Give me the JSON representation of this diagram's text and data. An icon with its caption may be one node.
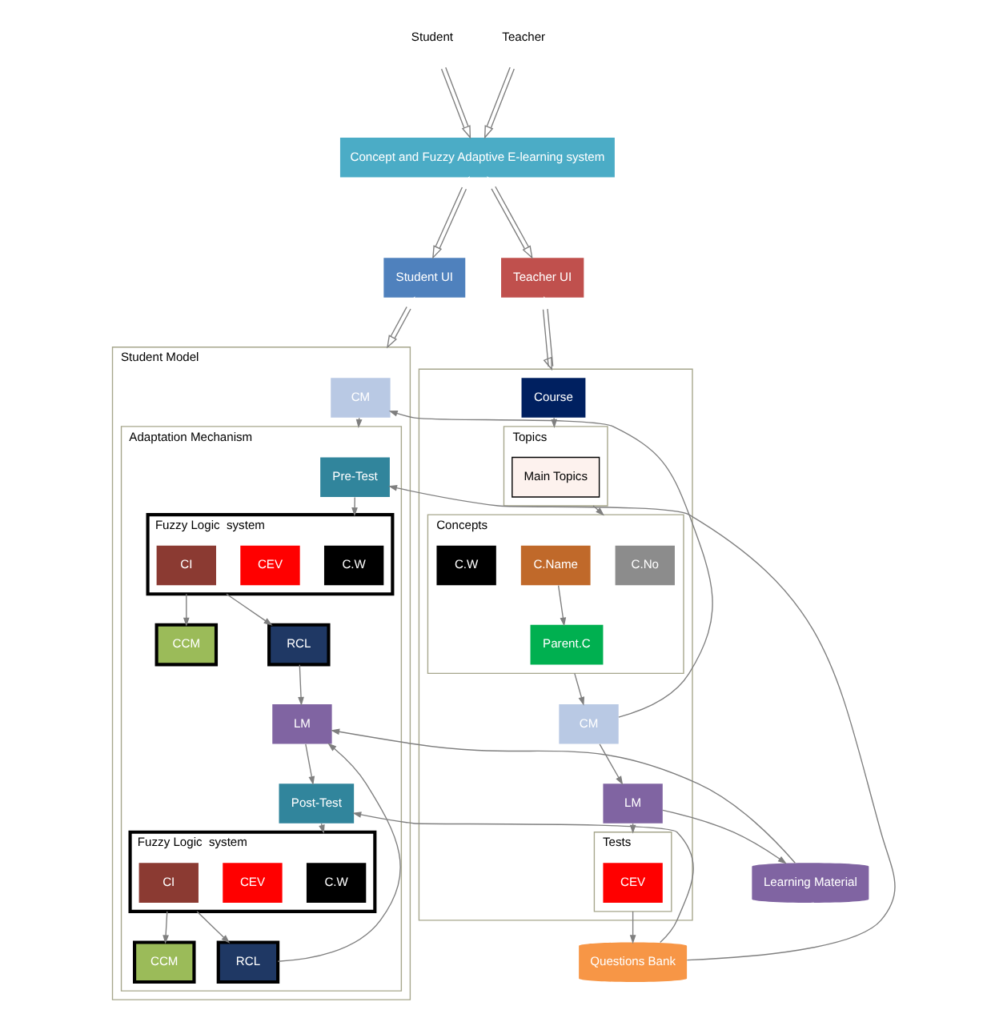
{
  "diagram": {
    "nodes": [
      {
        "text": [
          "Student"
        ]
      },
      {
        "text": [
          "Teacher"
        ]
      },
      {
        "text": [
          "Concept and Fuzzy Adaptive E-learning system"
        ]
      },
      {
        "text": [
          "Student UI"
        ]
      },
      {
        "text": [
          "Teacher UI"
        ]
      },
      {
        "text": [
          "Student Model"
        ]
      },
      {
        "text": [
          "CM"
        ],
        "in": 5
      },
      {
        "text": [
          "Adaptation Mechanism"
        ],
        "in": 5
      },
      {
        "text": [
          "Pre-Test"
        ],
        "in": 7
      },
      {
        "text": [
          "Fuzzy Logic  system"
        ],
        "in": 7
      },
      {
        "text": [
          "C.W"
        ],
        "in": 9
      },
      {
        "text": [
          "CEV"
        ],
        "in": 9
      },
      {
        "text": [
          "CI"
        ],
        "in": 9
      },
      {
        "text": [
          "CCM"
        ],
        "in": 7
      },
      {
        "text": [
          "RCL"
        ],
        "in": 7
      },
      {
        "text": [
          "LM"
        ],
        "in": 7
      },
      {
        "text": [
          "Post-Test"
        ],
        "in": 7
      },
      {
        "text": [
          "Fuzzy Logic  system"
        ],
        "in": 7
      },
      {
        "text": [
          "C.W"
        ],
        "in": 17
      },
      {
        "text": [
          "CEV"
        ],
        "in": 17
      },
      {
        "text": [
          "CI"
        ],
        "in": 17
      },
      {
        "text": [
          "CCM"
        ],
        "in": 7
      },
      {
        "text": [
          "RCL"
        ],
        "in": 7
      },
      {
        "text": [
          "Learning Material"
        ]
      },
      {
        "text": [
          "Questions Bank"
        ]
      },
      {
        "text": [],
        "shape": "box"
      },
      {
        "text": [
          "Course"
        ],
        "in": 25
      },
      {
        "text": [
          "Topics"
        ],
        "in": 25
      },
      {
        "text": [
          "Main Topics"
        ],
        "in": 27
      },
      {
        "text": [
          "Concepts"
        ],
        "in": 25
      },
      {
        "text": [
          "C.No"
        ],
        "in": 29
      },
      {
        "text": [
          "C.Name"
        ],
        "in": 29
      },
      {
        "text": [
          "C.W"
        ],
        "in": 29
      },
      {
        "text": [
          "Parent.C"
        ],
        "in": 29
      },
      {
        "text": [
          "CM"
        ],
        "in": 25
      },
      {
        "text": [
          "LM"
        ],
        "in": 25
      },
      {
        "text": [
          "Tests"
        ],
        "in": 25
      },
      {
        "text": [
          "CEV"
        ],
        "in": 36
      }
    ],
    "edges": [
      {
        "from": 0,
        "to": 2,
        "arrow": "both"
      },
      {
        "from": 1,
        "to": 2,
        "arrow": "both"
      },
      {
        "from": 2,
        "to": 3,
        "arrow": "both"
      },
      {
        "from": 2,
        "to": 4,
        "arrow": "both"
      },
      {
        "from": 3,
        "to": 5,
        "arrow": "both"
      },
      {
        "from": 4,
        "to": 25,
        "arrow": "both"
      },
      {
        "from": 6,
        "to": 7,
        "arrow": "to"
      },
      {
        "from": 8,
        "to": 9,
        "arrow": "to"
      },
      {
        "from": 9,
        "to": 13,
        "arrow": "to"
      },
      {
        "from": 9,
        "to": 14,
        "arrow": "to"
      },
      {
        "from": 14,
        "to": 15,
        "arrow": "to"
      },
      {
        "from": 15,
        "to": 16,
        "arrow": "to"
      },
      {
        "from": 16,
        "to": 17,
        "arrow": "to"
      },
      {
        "from": 17,
        "to": 21,
        "arrow": "to"
      },
      {
        "from": 17,
        "to": 22,
        "arrow": "to"
      },
      {
        "from": 22,
        "to": 15,
        "arrow": "to"
      },
      {
        "from": 26,
        "to": 27,
        "arrow": "to"
      },
      {
        "from": 27,
        "to": 29,
        "arrow": "to"
      },
      {
        "from": 31,
        "to": 33,
        "arrow": "to"
      },
      {
        "from": 29,
        "to": 34,
        "arrow": "to"
      },
      {
        "from": 34,
        "to": 35,
        "arrow": "to"
      },
      {
        "from": 35,
        "to": 36,
        "arrow": "to"
      },
      {
        "from": 34,
        "to": 6,
        "arrow": "to"
      },
      {
        "from": 35,
        "to": 23,
        "arrow": "to"
      },
      {
        "from": 23,
        "to": 15,
        "arrow": "to"
      },
      {
        "from": 24,
        "to": 8,
        "arrow": "to"
      },
      {
        "from": 24,
        "to": 16,
        "arrow": "to"
      },
      {
        "from": 36,
        "to": 24,
        "arrow": "to"
      }
    ]
  }
}
